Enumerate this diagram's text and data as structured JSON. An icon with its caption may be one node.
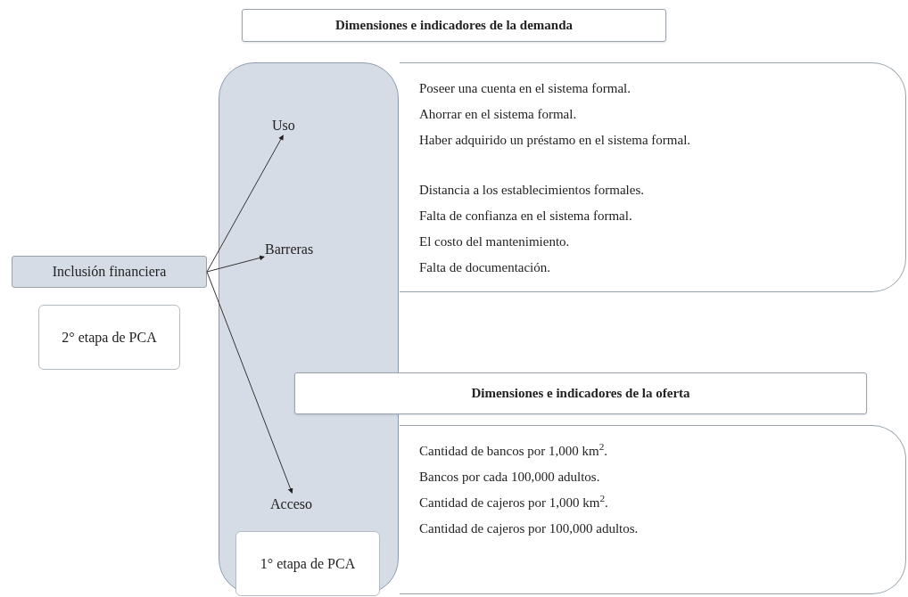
{
  "diagram": {
    "nodes": [
      {
        "text": [
          "Dimensiones e indicadores de la demanda"
        ]
      },
      {
        "text": [],
        "shape": "box"
      },
      {
        "text": [
          "Uso"
        ],
        "in": 1
      },
      {
        "text": [
          "Barreras"
        ],
        "in": 1
      },
      {
        "text": [
          "Poseer una cuenta en el sistema formal.",
          "Ahorrar en el sistema formal.",
          "Haber adquirido un préstamo en el sistema formal.",
          "Distancia a los establecimientos formales.",
          "Falta de confianza en el sistema formal.",
          "El costo del mantenimiento.",
          "Falta de documentación."
        ]
      },
      {
        "text": [
          "Inclusión financiera"
        ]
      },
      {
        "text": [
          "2° etapa de PCA"
        ]
      },
      {
        "text": [
          "Dimensiones e indicadores de la oferta"
        ]
      },
      {
        "text": [
          "Cantidad de bancos por 1,000 km$^{2}$.",
          "Bancos por cada 100,000 adultos.",
          "Cantidad de cajeros por 1,000 km$^{2}$.",
          "Cantidad de cajeros por 100,000 adultos."
        ]
      },
      {
        "text": [
          "Acceso"
        ],
        "in": 1
      },
      {
        "text": [
          "1° etapa de PCA"
        ],
        "in": 1
      }
    ],
    "edges": [
      {
        "from": 5,
        "to": 2,
        "arrow": "to"
      },
      {
        "from": 5,
        "to": 3,
        "arrow": "to"
      },
      {
        "from": 5,
        "to": 9,
        "arrow": "to"
      }
    ]
  }
}
